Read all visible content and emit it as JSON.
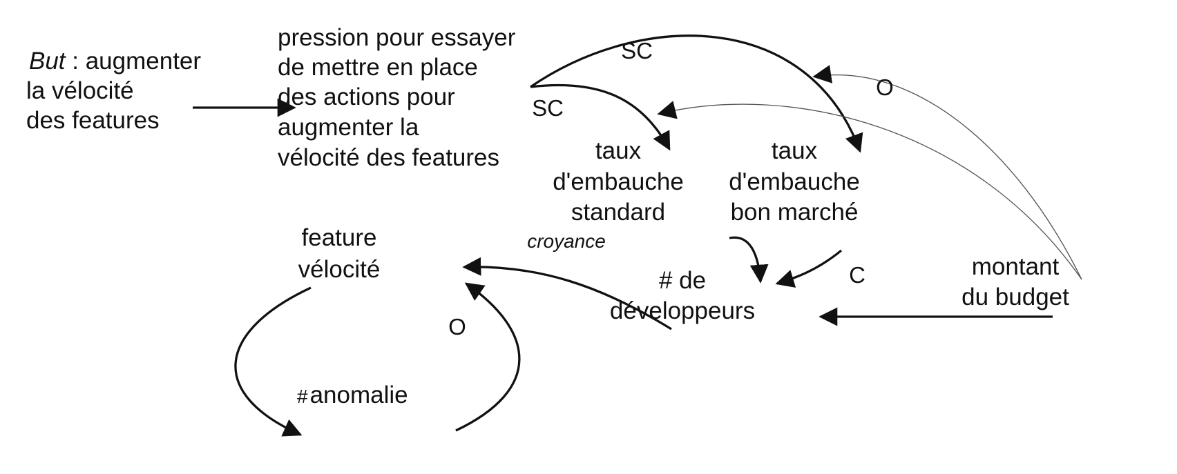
{
  "nodes": {
    "goal": {
      "prefix": "But",
      "line1_rest": " : augmenter",
      "line2": "la vélocité",
      "line3": "des features"
    },
    "pressure": {
      "lines": [
        "pression pour essayer",
        "de mettre en place",
        "des actions pour",
        "augmenter la",
        "vélocité des features"
      ]
    },
    "standard_hiring": {
      "lines": [
        "taux",
        "d'embauche",
        "standard"
      ]
    },
    "cheap_hiring": {
      "lines": [
        "taux",
        "d'embauche",
        "bon marché"
      ]
    },
    "developers": {
      "lines": [
        "# de",
        "développeurs"
      ]
    },
    "budget": {
      "lines": [
        "montant",
        "du budget"
      ]
    },
    "feature_velocity": {
      "lines": [
        "feature",
        "vélocité"
      ]
    },
    "bugs": {
      "hash": "#",
      "text": "anomalie"
    }
  },
  "edge_labels": {
    "pressure_to_cheap": "SC",
    "pressure_to_standard": "SC",
    "budget_to_cheap": "O",
    "budget_to_developers": "C",
    "developers_to_velocity": "croyance",
    "bugs_to_velocity": "O"
  }
}
